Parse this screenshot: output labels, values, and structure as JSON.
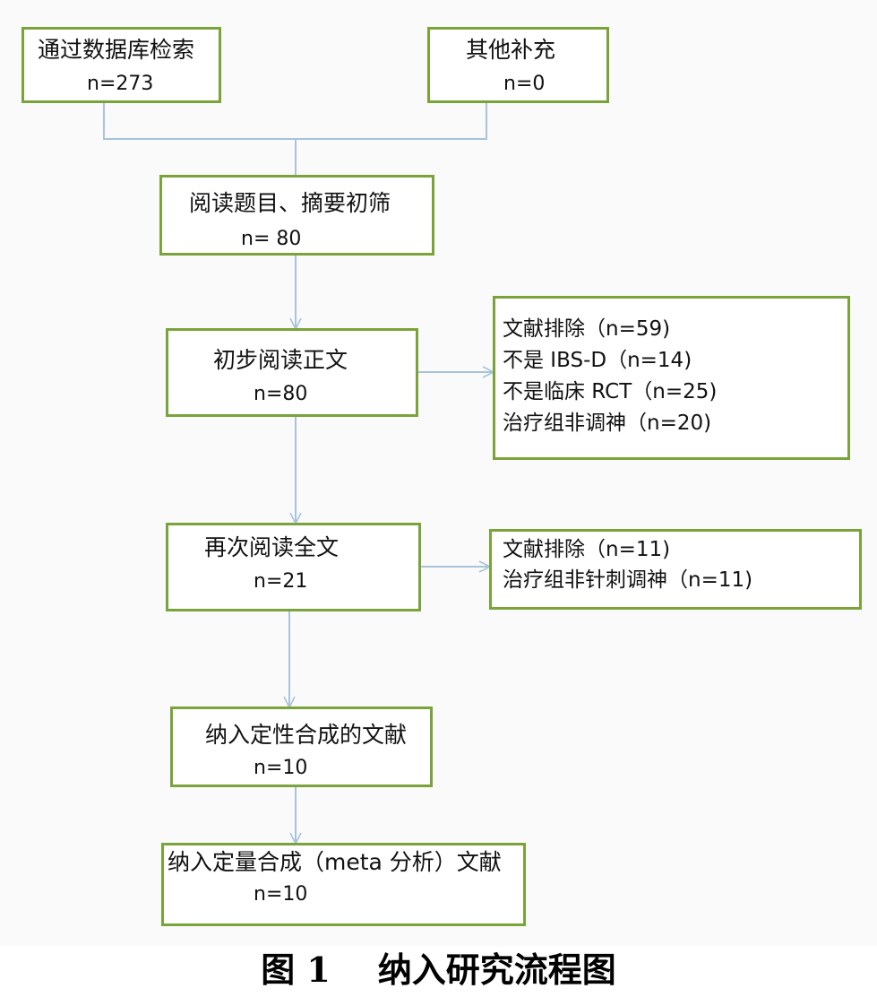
{
  "colors": {
    "box_border": "#7aa33a",
    "connector": "#a8c3da",
    "background": "#fafafa"
  },
  "boxes": {
    "database": {
      "title": "通过数据库检索",
      "count": "n=273"
    },
    "other": {
      "title": "其他补充",
      "count": "n=0"
    },
    "screen": {
      "title": "阅读题目、摘要初筛",
      "count": "n= 80"
    },
    "prelim": {
      "title": "初步阅读正文",
      "count": "n=80"
    },
    "exclusion1": {
      "lines": [
        "文献排除（n=59)",
        "不是 IBS-D（n=14)",
        "不是临床 RCT（n=25)",
        "治疗组非调神（n=20)"
      ]
    },
    "fulltext": {
      "title": "再次阅读全文",
      "count": "n=21"
    },
    "exclusion2": {
      "lines": [
        "文献排除（n=11)",
        "治疗组非针刺调神（n=11)"
      ]
    },
    "qualitative": {
      "title": "纳入定性合成的文献",
      "count": "n=10"
    },
    "quantitative": {
      "title": "纳入定量合成（meta 分析）文献",
      "count": "n=10"
    }
  },
  "caption": {
    "figure": "图 1",
    "title": "纳入研究流程图"
  }
}
